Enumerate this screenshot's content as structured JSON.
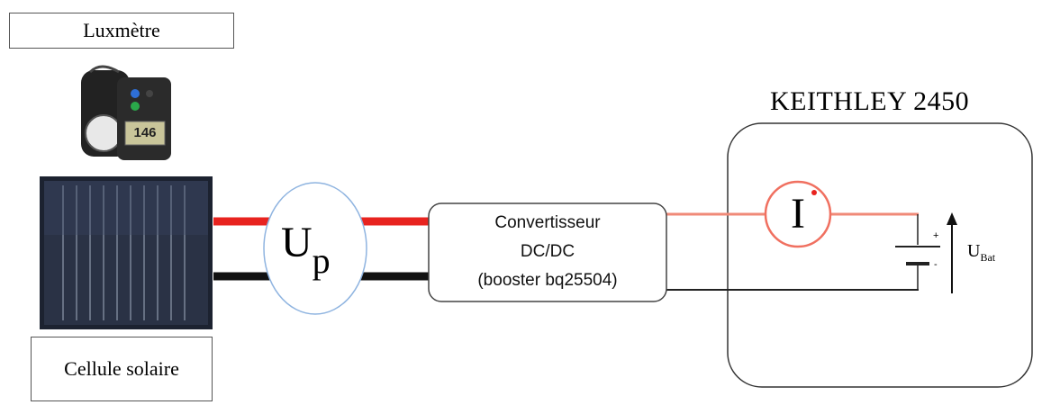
{
  "labels": {
    "luxmeter": "Luxmètre",
    "solar_cell": "Cellule solaire",
    "keithley": "KEITHLEY 2450",
    "converter_line1": "Convertisseur",
    "converter_line2": "DC/DC",
    "converter_line3": "(booster bq25504)",
    "voltmeter_main": "U",
    "voltmeter_sub": "p",
    "ammeter": "I",
    "battery_main": "U",
    "battery_sub": "Bat",
    "battery_plus": "+",
    "battery_minus": "-"
  },
  "luxmeter_display": "146",
  "colors": {
    "positive_wire": "#e8231f",
    "positive_wire_light": "#f08a78",
    "negative_wire": "#111111",
    "voltmeter_border": "#8fb4e0",
    "ammeter_border": "#f07060",
    "ammeter_dot": "#e8231f"
  }
}
